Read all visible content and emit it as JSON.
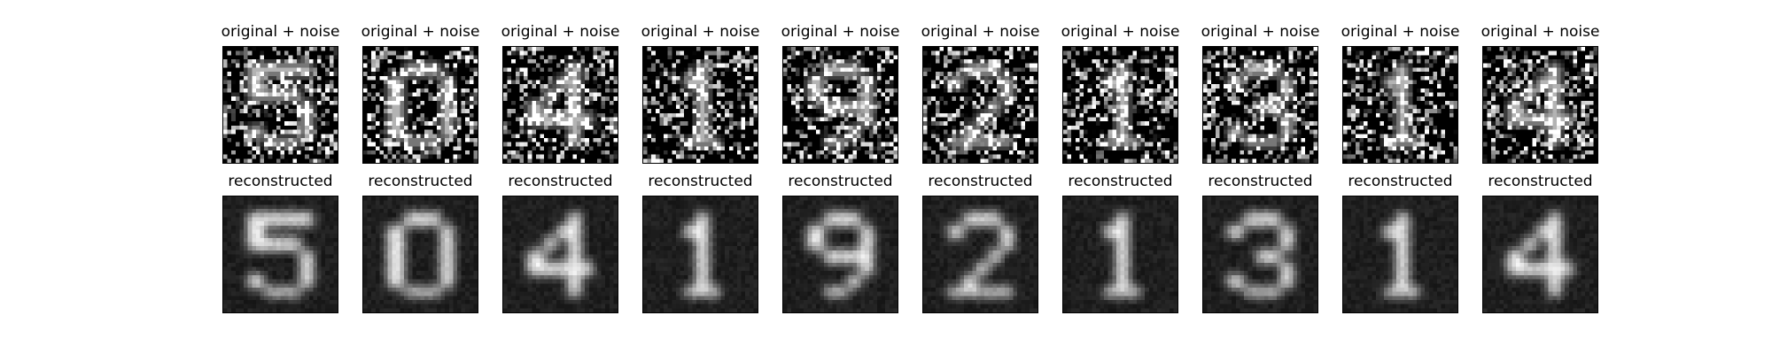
{
  "figure": {
    "background": "#ffffff",
    "noisy_title": "original + noise",
    "reconstructed_title": "reconstructed",
    "digits": [
      "5",
      "0",
      "4",
      "1",
      "9",
      "2",
      "1",
      "3",
      "1",
      "4"
    ],
    "rows": [
      {
        "name": "noisy",
        "titles": [
          "original + noise",
          "original + noise",
          "original + noise",
          "original + noise",
          "original + noise",
          "original + noise",
          "original + noise",
          "original + noise",
          "original + noise",
          "original + noise"
        ]
      },
      {
        "name": "reconstructed",
        "titles": [
          "reconstructed",
          "reconstructed",
          "reconstructed",
          "reconstructed",
          "reconstructed",
          "reconstructed",
          "reconstructed",
          "reconstructed",
          "reconstructed",
          "reconstructed"
        ]
      }
    ]
  }
}
